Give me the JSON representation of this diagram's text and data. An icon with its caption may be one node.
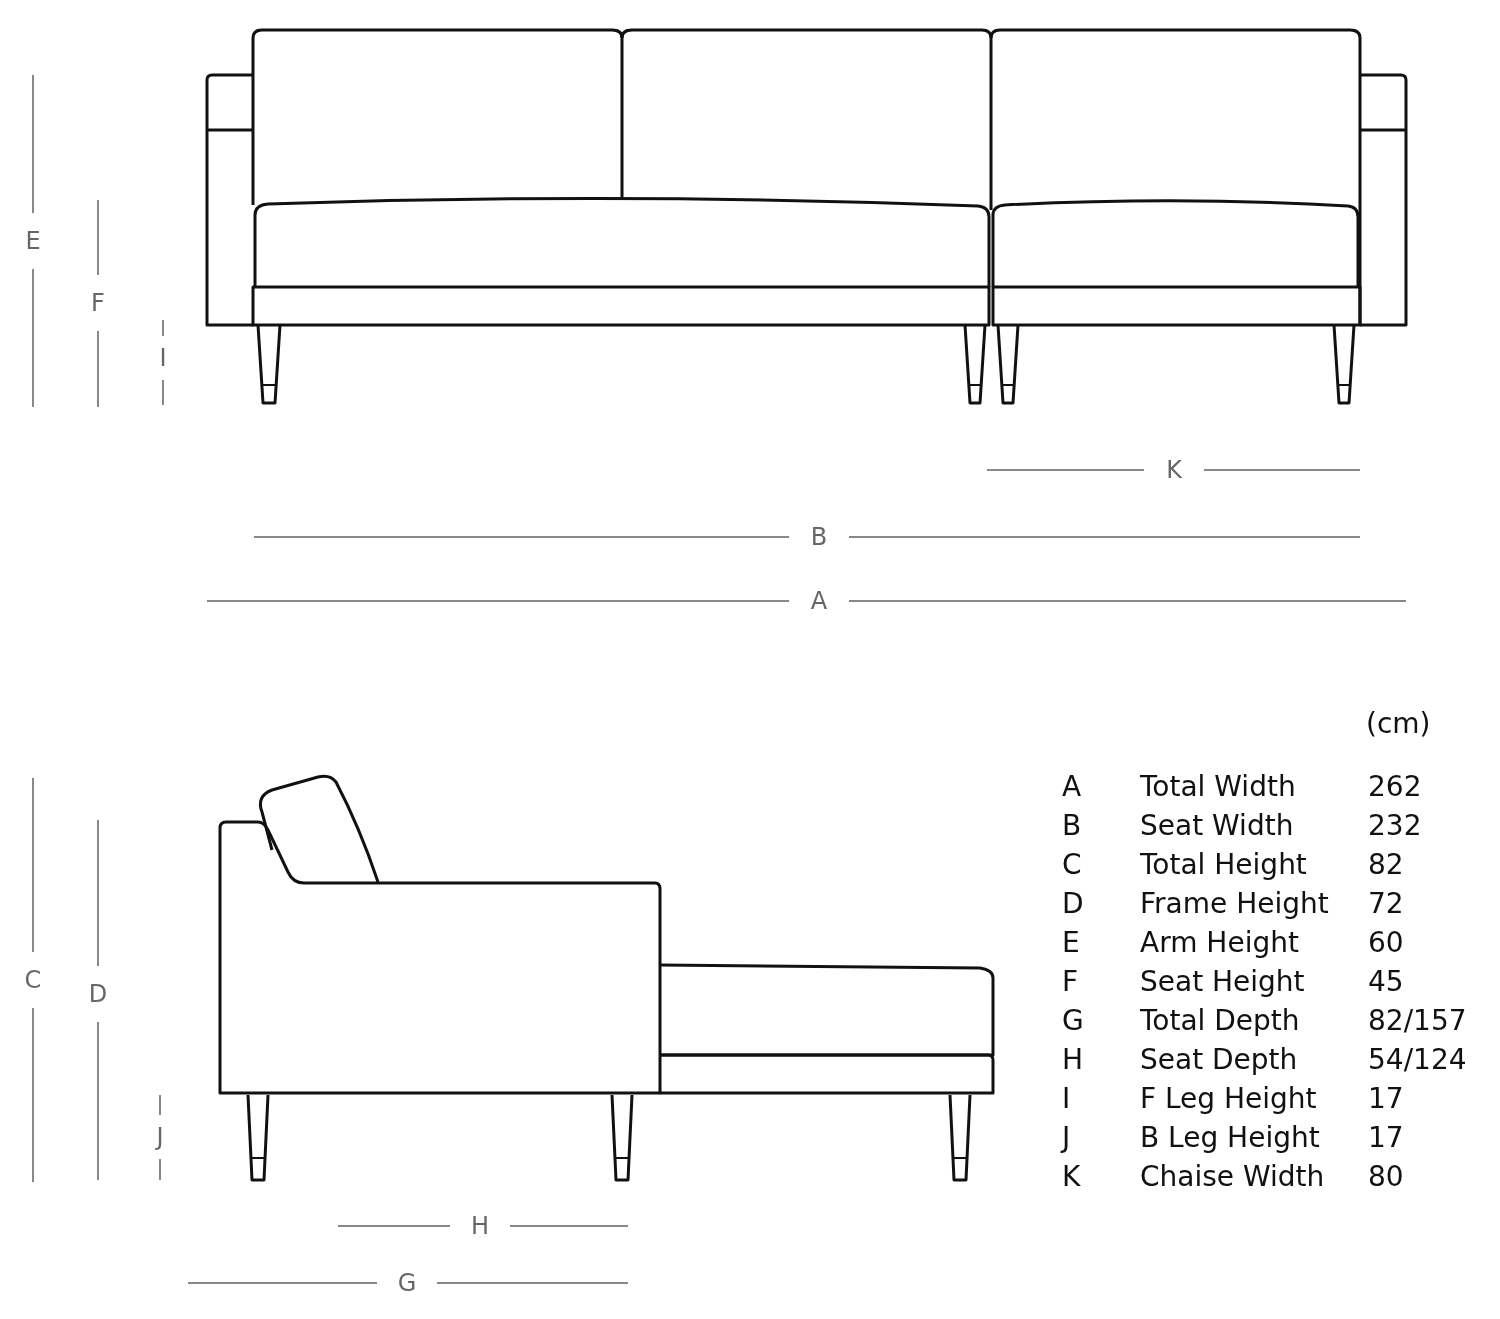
{
  "diagram": {
    "labels": [
      "E",
      "F",
      "I",
      "K",
      "B",
      "A",
      "C",
      "D",
      "J",
      "H",
      "G",
      "(cm)",
      "A",
      "Total Width",
      "262",
      "B",
      "Seat Width",
      "232",
      "C",
      "Total Height",
      "82",
      "D",
      "Frame Height",
      "72",
      "E",
      "Arm Height",
      "60",
      "F",
      "Seat Height",
      "45",
      "G",
      "Total Depth",
      "82/157",
      "H",
      "Seat Depth",
      "54/124",
      "I",
      "F Leg Height",
      "17",
      "J",
      "B Leg Height",
      "17",
      "K",
      "Chaise Width",
      "80"
    ]
  }
}
